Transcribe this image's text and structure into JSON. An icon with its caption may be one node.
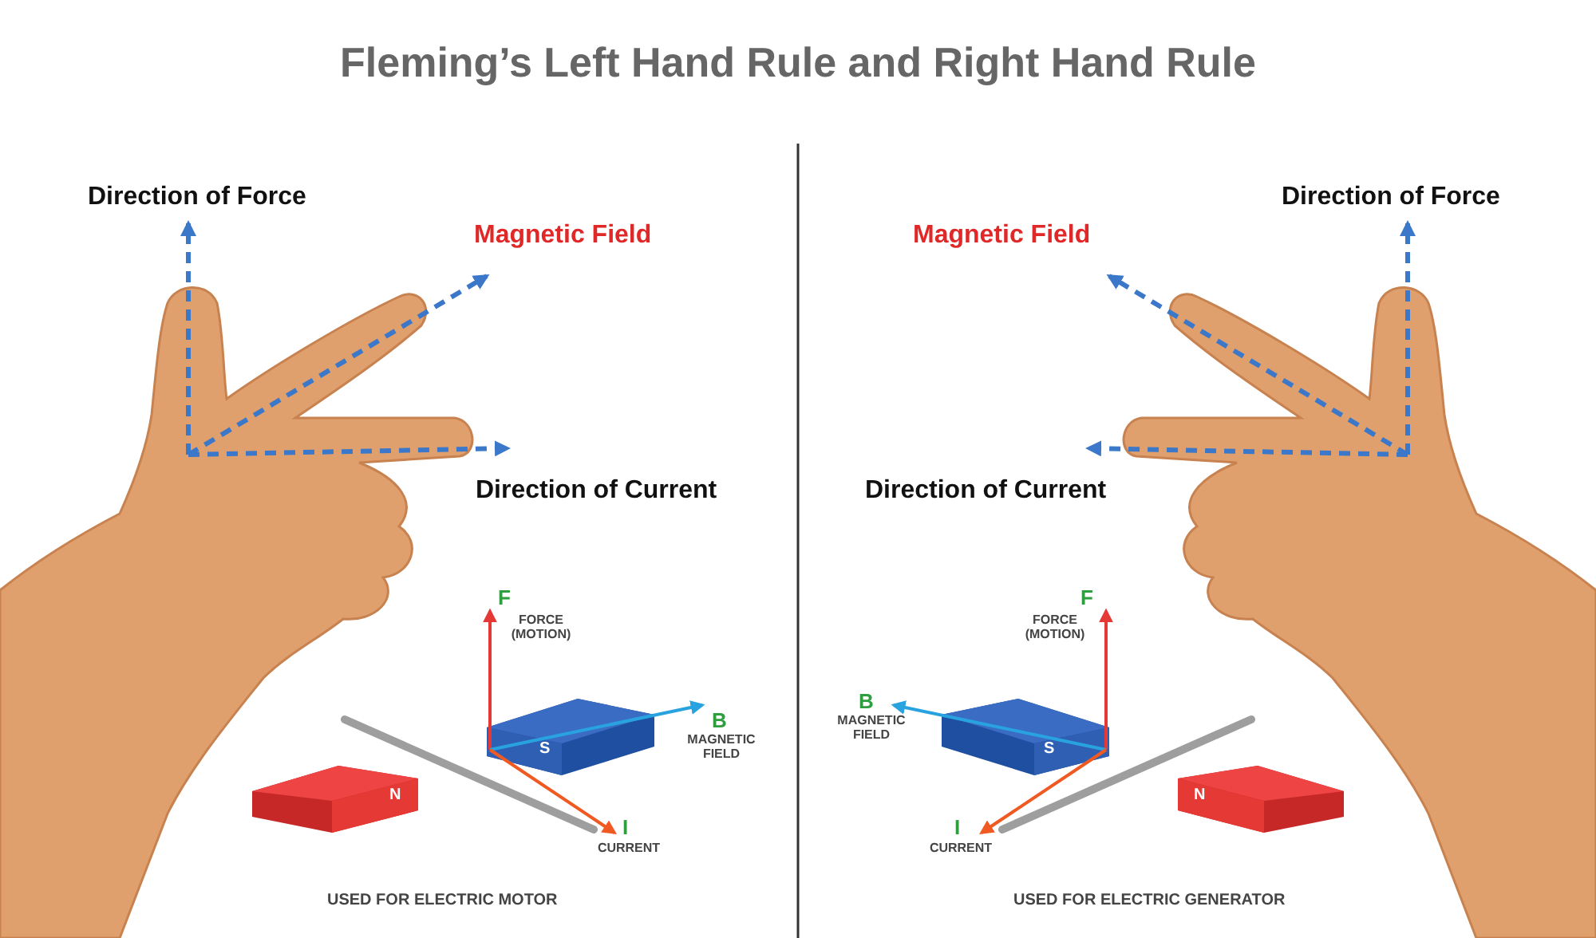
{
  "diagram": {
    "title": "Fleming’s Left Hand Rule and Right Hand Rule",
    "labels": [
      "Direction of Force",
      "Magnetic Field",
      "Direction of Current",
      "F",
      "FORCE (MOTION)",
      "B",
      "MAGNETIC FIELD",
      "S",
      "N",
      "I",
      "CURRENT",
      "USED FOR ELECTRIC MOTOR",
      "Magnetic Field",
      "Direction of Force",
      "Direction of Current",
      "F",
      "FORCE (MOTION)",
      "B",
      "MAGNETIC FIELD",
      "S",
      "N",
      "I",
      "CURRENT",
      "USED FOR ELECTRIC GENERATOR"
    ]
  }
}
